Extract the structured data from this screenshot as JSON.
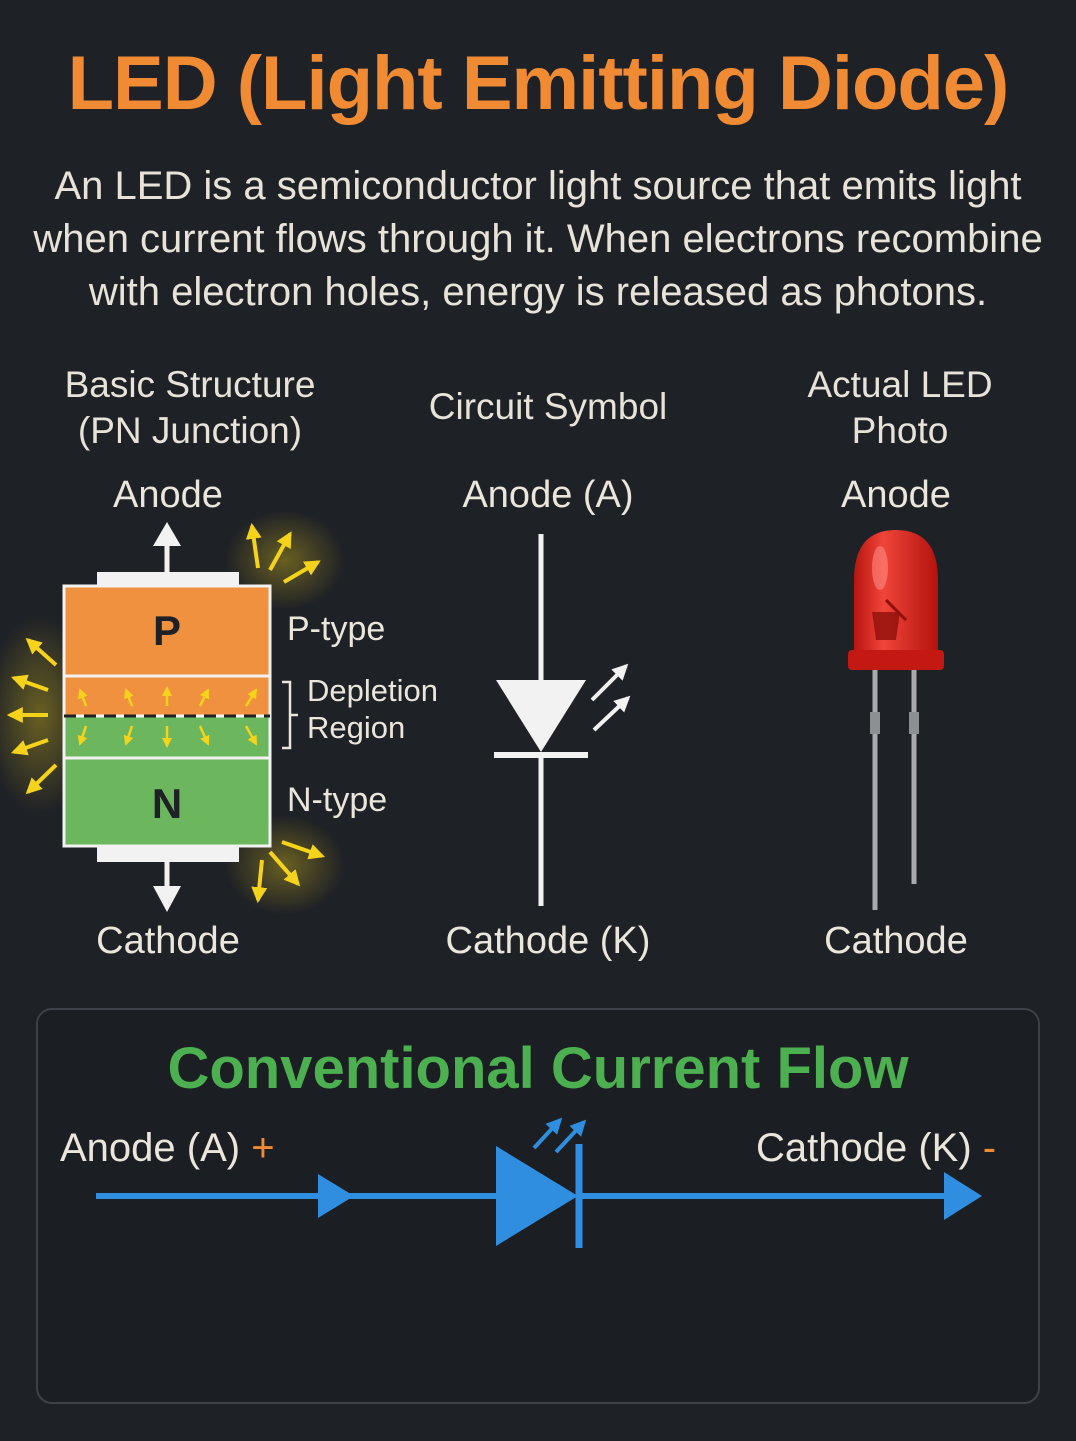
{
  "title": "LED (Light Emitting Diode)",
  "intro": {
    "line1": "An LED is a semiconductor light source that emits light",
    "line2": "when current flows through it. When electrons recombine",
    "line3": "with electron holes, energy is released as photons."
  },
  "structure": {
    "heading_line1": "Basic Structure",
    "heading_line2": "(PN Junction)",
    "anode": "Anode",
    "cathode": "Cathode",
    "p_letter": "P",
    "n_letter": "N",
    "p_type": "P-type",
    "n_type": "N-type",
    "depletion_line1": "Depletion",
    "depletion_line2": "Region"
  },
  "symbol": {
    "heading": "Circuit Symbol",
    "anode": "Anode (A)",
    "cathode": "Cathode (K)"
  },
  "photo": {
    "heading_line1": "Actual LED",
    "heading_line2": "Photo",
    "anode": "Anode",
    "cathode": "Cathode"
  },
  "flow": {
    "title": "Conventional Current Flow",
    "anode": "Anode (A)",
    "anode_sign": "+",
    "cathode": "Cathode (K)",
    "cathode_sign": "-"
  },
  "colors": {
    "title": "#f08a33",
    "p_region": "#f0913f",
    "n_region": "#6cb65e",
    "flow_title": "#4caf50",
    "flow_arrow": "#2f8ee0",
    "photon_yellow": "#f5d31a",
    "led_red": "#e02a22"
  },
  "icons": [
    "up-arrow-icon",
    "down-arrow-icon",
    "photon-arrow-icon",
    "diode-symbol-icon",
    "led-component-icon"
  ]
}
